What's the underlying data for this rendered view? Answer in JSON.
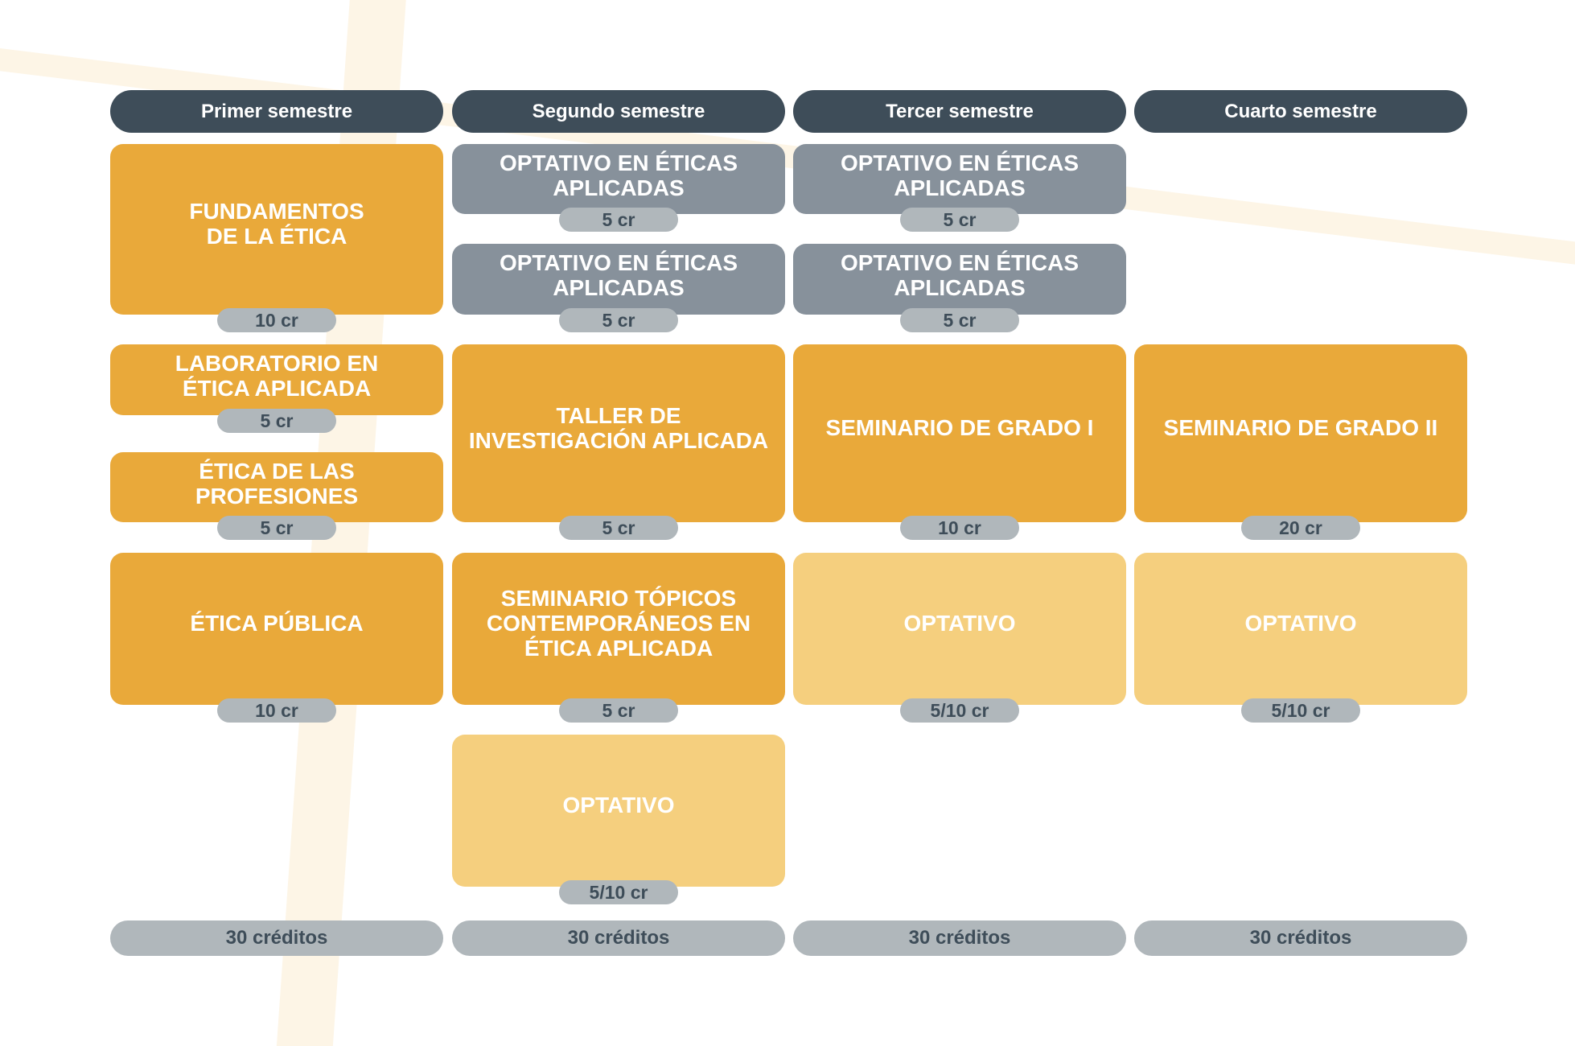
{
  "semesters": [
    "Primer semestre",
    "Segundo semestre",
    "Tercer semestre",
    "Cuarto semestre"
  ],
  "courses": [
    {
      "title": "FUNDAMENTOS\nDE LA ÉTICA",
      "credits": "10 cr"
    },
    {
      "title": "LABORATORIO EN\nÉTICA APLICADA",
      "credits": "5 cr"
    },
    {
      "title": "ÉTICA DE LAS\nPROFESIONES",
      "credits": "5 cr"
    },
    {
      "title": "ÉTICA PÚBLICA",
      "credits": "10 cr"
    },
    {
      "title": "OPTATIVO EN ÉTICAS\nAPLICADAS",
      "credits": "5 cr"
    },
    {
      "title": "OPTATIVO EN ÉTICAS\nAPLICADAS",
      "credits": "5 cr"
    },
    {
      "title": "TALLER DE\nINVESTIGACIÓN APLICADA",
      "credits": "5 cr"
    },
    {
      "title": "SEMINARIO TÓPICOS\nCONTEMPORÁNEOS EN\nÉTICA APLICADA",
      "credits": "5 cr"
    },
    {
      "title": "OPTATIVO",
      "credits": "5/10 cr"
    },
    {
      "title": "OPTATIVO EN ÉTICAS\nAPLICADAS",
      "credits": "5 cr"
    },
    {
      "title": "OPTATIVO EN ÉTICAS\nAPLICADAS",
      "credits": "5 cr"
    },
    {
      "title": "SEMINARIO DE GRADO I",
      "credits": "10 cr"
    },
    {
      "title": "OPTATIVO",
      "credits": "5/10 cr"
    },
    {
      "title": "SEMINARIO DE GRADO II",
      "credits": "20 cr"
    },
    {
      "title": "OPTATIVO",
      "credits": "5/10 cr"
    }
  ],
  "totals": [
    "30 créditos",
    "30 créditos",
    "30 créditos",
    "30 créditos"
  ],
  "colors": {
    "header": "#3e4d59",
    "required": "#e9a93a",
    "applied_elective": "#87919b",
    "elective": "#f5cf7e",
    "badge": "#b0b7bb"
  }
}
